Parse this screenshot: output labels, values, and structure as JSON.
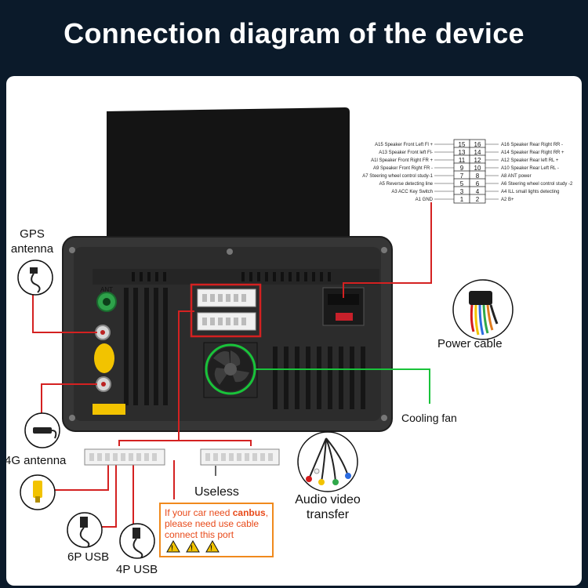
{
  "title": "Connection diagram of the device",
  "labels": {
    "gps_line1": "GPS",
    "gps_line2": "antenna",
    "power": "Power cable",
    "cooling": "Cooling fan",
    "g4": "4G antenna",
    "useless": "Useless",
    "av_line1": "Audio video",
    "av_line2": "transfer",
    "usb6": "6P USB",
    "usb4": "4P USB"
  },
  "warning": {
    "line1_pre": "If your car need ",
    "line1_bold": "canbus",
    "line1_post": ",",
    "line2": "please need use cable",
    "line3": "connect this port"
  },
  "port_ant": "ANT",
  "pinout": {
    "left": [
      {
        "label": "A15 Speaker Front Left Fl +",
        "pin": "15"
      },
      {
        "label": "A13 Speaker Front left Fl-",
        "pin": "13"
      },
      {
        "label": "A1l Speaker Front Right FR +",
        "pin": "11"
      },
      {
        "label": "A9 Speaker Front Right FR -",
        "pin": "9"
      },
      {
        "label": "A7 Steering wheel control study-1",
        "pin": "7"
      },
      {
        "label": "A5 Reverse detecting line",
        "pin": "5"
      },
      {
        "label": "A3 ACC Key Switch",
        "pin": "3"
      },
      {
        "label": "A1 GND",
        "pin": "1"
      }
    ],
    "right": [
      {
        "label": "A16 Speaker Rear Right RR -",
        "pin": "16"
      },
      {
        "label": "A14 Speaker Rear Right RR +",
        "pin": "14"
      },
      {
        "label": "A12 Speaker Rear left RL +",
        "pin": "12"
      },
      {
        "label": "A10 Speaker Rear Left RL -",
        "pin": "10"
      },
      {
        "label": "A8 ANT power",
        "pin": "8"
      },
      {
        "label": "A6 Steering wheel control study -2",
        "pin": "6"
      },
      {
        "label": "A4 ILL small lights detecting",
        "pin": "4"
      },
      {
        "label": "A2 B+",
        "pin": "2"
      }
    ]
  },
  "colors": {
    "background": "#0b1a2a",
    "panel": "#ffffff",
    "red_line": "#d42121",
    "green_line": "#19c33a",
    "warning_border": "#f08a1d",
    "warning_text": "#e84a1a"
  }
}
